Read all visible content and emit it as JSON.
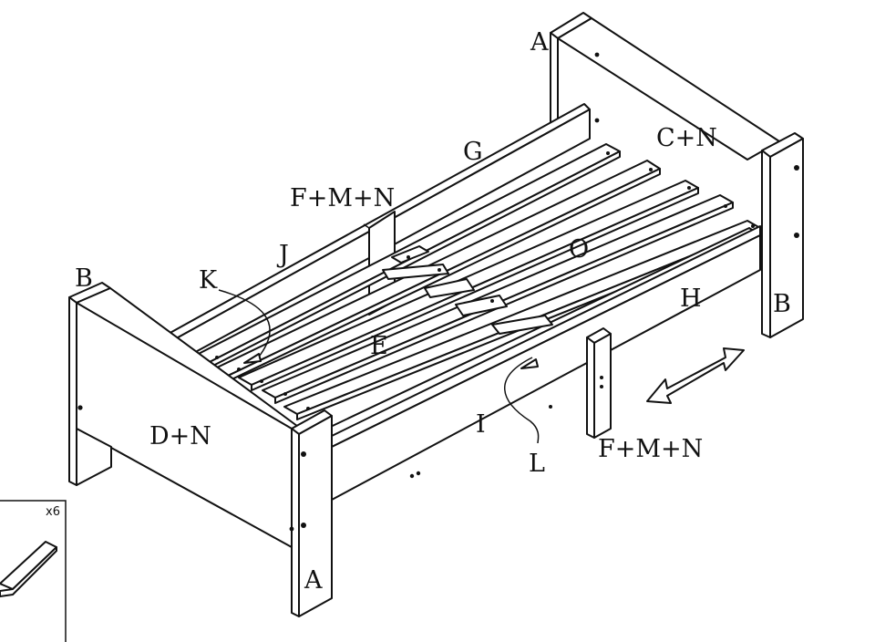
{
  "labels": {
    "a_top": "A",
    "a_bottom": "A",
    "b_left": "B",
    "b_right": "B",
    "c_n": "C+N",
    "d_n": "D+N",
    "e": "E",
    "f_m_n_top": "F+M+N",
    "f_m_n_bottom": "F+M+N",
    "g": "G",
    "h": "H",
    "i": "I",
    "j": "J",
    "k": "K",
    "l": "L",
    "o": "O"
  },
  "inset": {
    "quantity": "x6"
  },
  "icons": {
    "extend_arrow": "double-arrow-icon"
  }
}
